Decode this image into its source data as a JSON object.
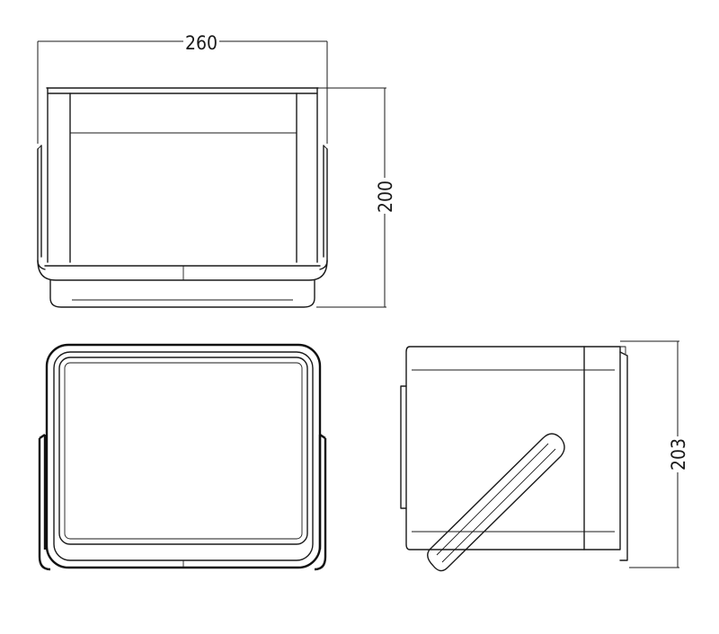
{
  "dimensions": {
    "width_label": "260",
    "height_label": "200",
    "side_height_label": "203"
  },
  "views": [
    "front-view",
    "top-view",
    "side-view"
  ]
}
